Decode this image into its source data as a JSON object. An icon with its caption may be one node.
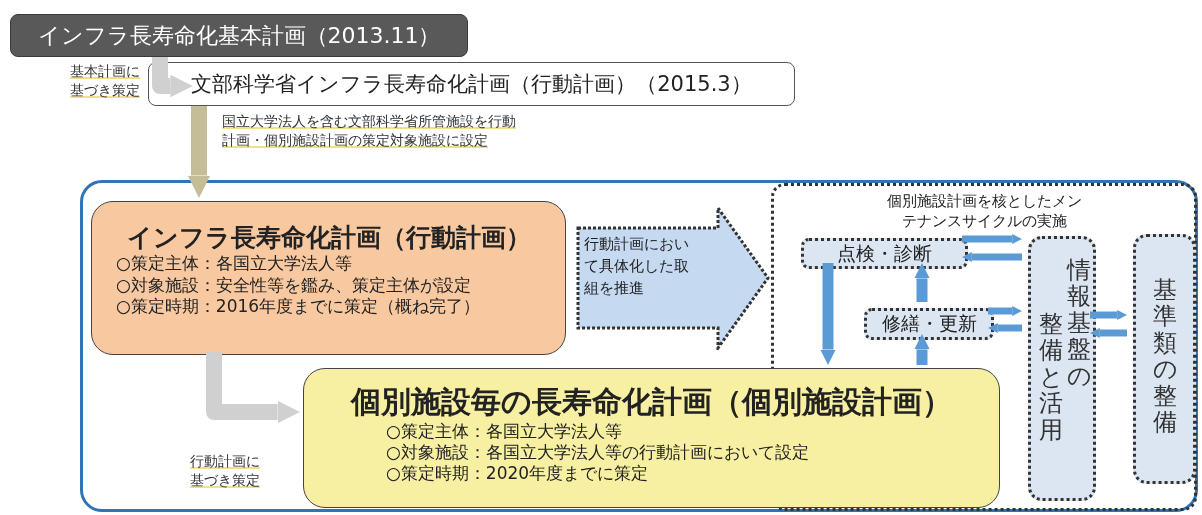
{
  "diagram": {
    "nodes": [
      {
        "text": [
          "インフラ長寿命化基本計画（2013.11）"
        ]
      },
      {
        "text": [
          "文部科学省インフラ長寿命化計画（行動計画）（2015.3）"
        ]
      },
      {
        "text": [],
        "shape": "box"
      },
      {
        "text": [
          "インフラ長寿命化計画（行動計画）",
          "○策定主体：各国立大学法人等",
          "○対象施設：安全性等を鑑み、策定主体が設定",
          "○策定時期：2016年度までに策定（概ね完了）"
        ],
        "in": 2
      },
      {
        "text": [
          "行動計画において具体化した取組を推進"
        ],
        "in": 2
      },
      {
        "text": [
          "個別施設計画を核としたメンテナンスサイクルの実施"
        ],
        "in": 2
      },
      {
        "text": [
          "点検・診断"
        ],
        "in": 5
      },
      {
        "text": [
          "修繕・更新"
        ],
        "in": 5
      },
      {
        "text": [
          "情報基盤の",
          "整備と活用"
        ],
        "in": 5
      },
      {
        "text": [
          "基準類の整備"
        ],
        "in": 5
      },
      {
        "text": [
          "個別施設毎の長寿命化計画（個別施設計画）",
          "○策定主体：各国立大学法人等",
          "○対象施設：各国立大学法人等の行動計画において設定",
          "○策定時期：2020年度までに策定"
        ],
        "in": 2
      }
    ],
    "edges": [
      {
        "from": 0,
        "to": 1,
        "arrow": "to",
        "label": "基本計画に基づき策定",
        "style": "thick",
        "color": "#d0d0d0"
      },
      {
        "from": 1,
        "to": 3,
        "arrow": "to",
        "label": "国立大学法人を含む文部科学省所管施設を行動計画・個別施設計画の策定対象施設に設定",
        "style": "thick",
        "color": "#c4bd97"
      },
      {
        "from": 3,
        "to": 10,
        "arrow": "to",
        "label": "行動計画に基づき策定",
        "style": "thick",
        "color": "#d0d0d0"
      },
      {
        "from": 6,
        "to": 10,
        "arrow": "to"
      },
      {
        "from": 10,
        "to": 7,
        "arrow": "to"
      },
      {
        "from": 7,
        "to": 6,
        "arrow": "to"
      },
      {
        "from": 6,
        "to": 8,
        "arrow": "to"
      },
      {
        "from": 8,
        "to": 6,
        "arrow": "to"
      },
      {
        "from": 7,
        "to": 8,
        "arrow": "to"
      },
      {
        "from": 8,
        "to": 7,
        "arrow": "to"
      },
      {
        "from": 8,
        "to": 9,
        "arrow": "to"
      },
      {
        "from": 9,
        "to": 8,
        "arrow": "to"
      }
    ]
  }
}
